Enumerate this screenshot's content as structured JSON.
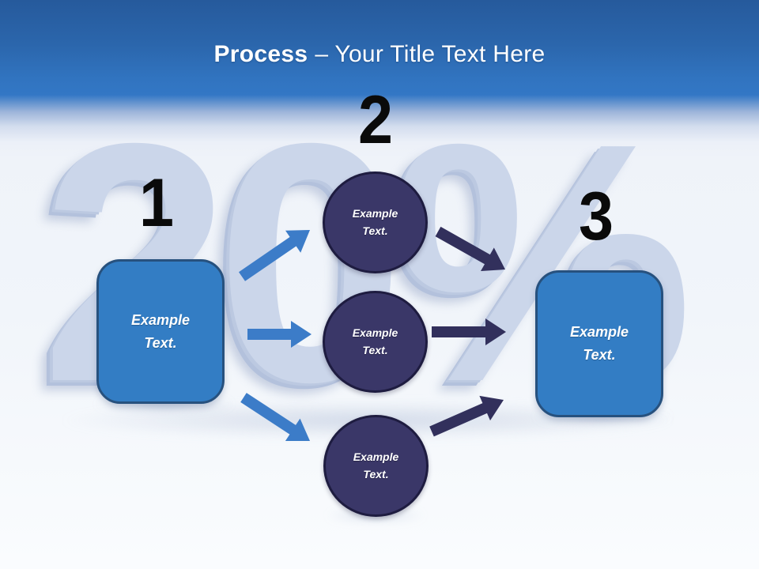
{
  "title": {
    "emphasis": "Process",
    "rest": "– Your Title Text Here"
  },
  "watermark": "20%",
  "steps": {
    "one": {
      "number": "1",
      "box_label": "Example Text."
    },
    "two": {
      "number": "2",
      "circle_labels": [
        "Example Text.",
        "Example Text.",
        "Example Text."
      ]
    },
    "three": {
      "number": "3",
      "box_label": "Example Text."
    }
  },
  "colors": {
    "header_top": "#265A9C",
    "header_blue": "#3377C5",
    "title_color": "#FFFFFF",
    "watermark_color": "#CBD6EA",
    "box_fill": "#337DC4",
    "box_border": "#27517E",
    "circle_fill": "#3A3768",
    "circle_border": "#1E1C40",
    "arrow_blue": "#3C7CC8",
    "arrow_navy": "#32305C",
    "number_color": "#0A0A0A"
  }
}
